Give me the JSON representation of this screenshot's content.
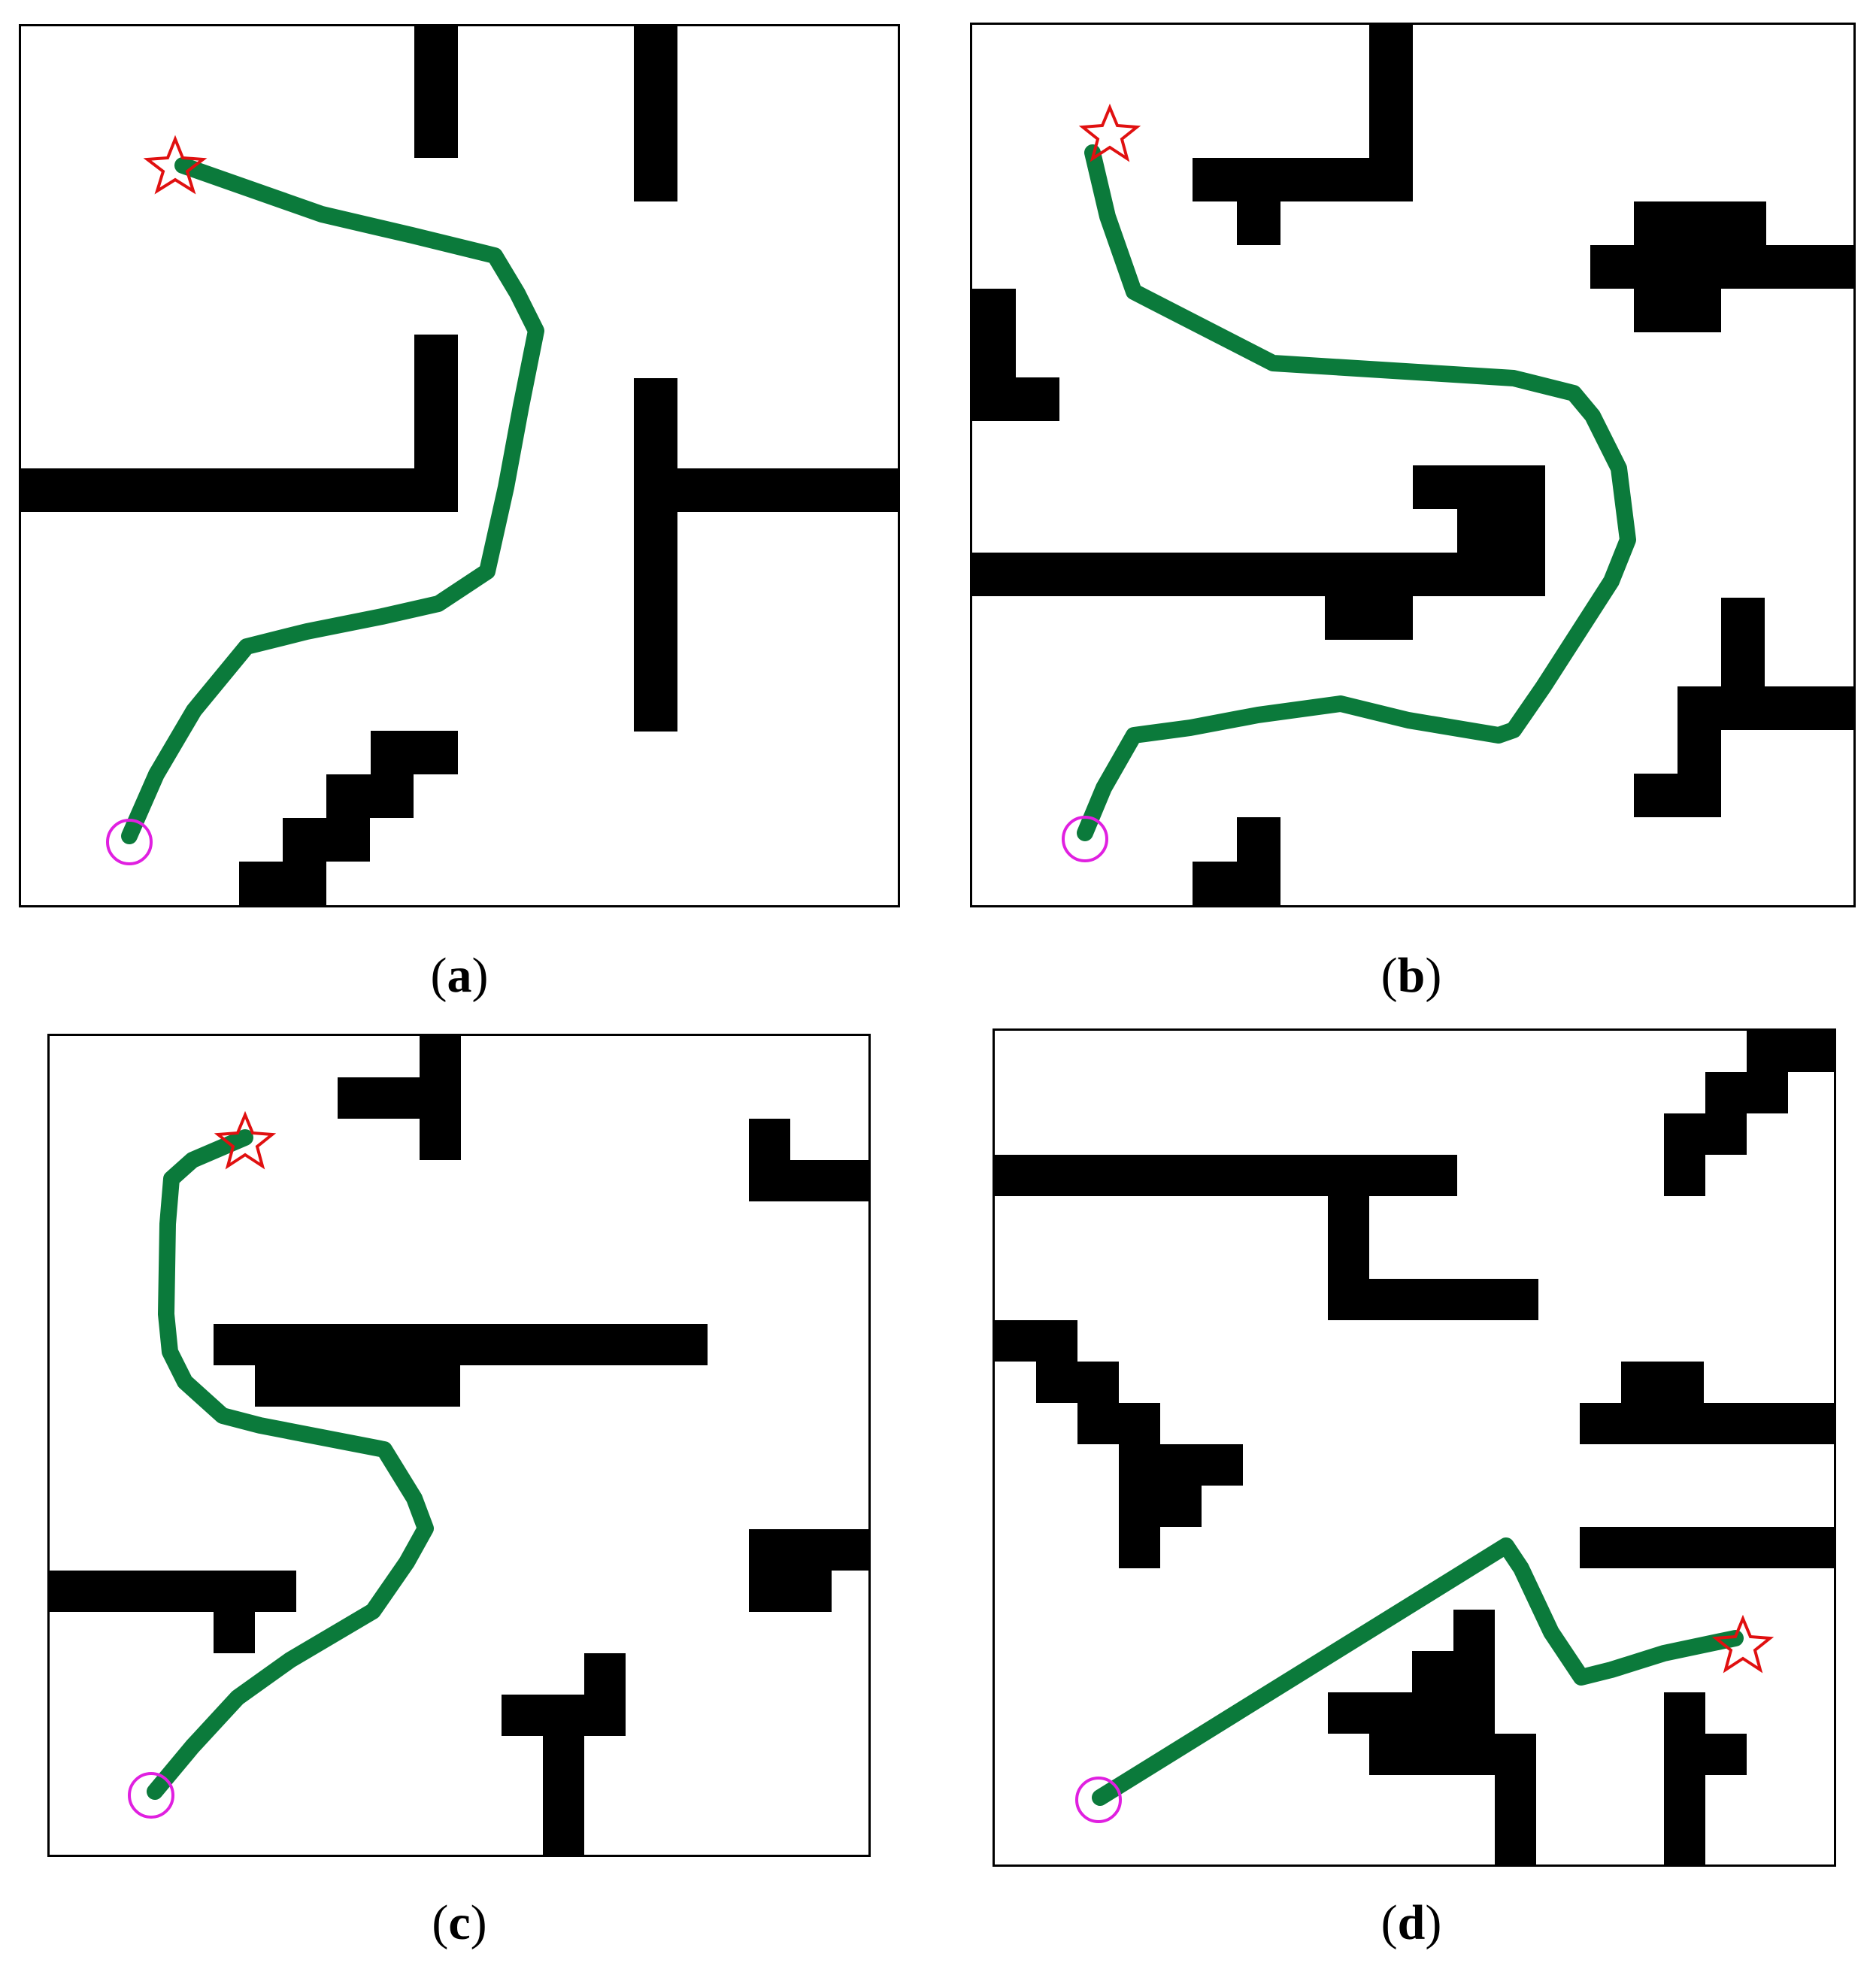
{
  "colors": {
    "obstacle": "#000000",
    "path": "#0b7a3b",
    "start_marker": "#e020e0",
    "goal_marker": "#e01010"
  },
  "icons": {
    "start": "circle-icon",
    "goal": "star-icon"
  },
  "panels": [
    {
      "id": "a",
      "label": "a"
    },
    {
      "id": "b",
      "label": "b"
    },
    {
      "id": "c",
      "label": "c"
    },
    {
      "id": "d",
      "label": "d"
    }
  ]
}
